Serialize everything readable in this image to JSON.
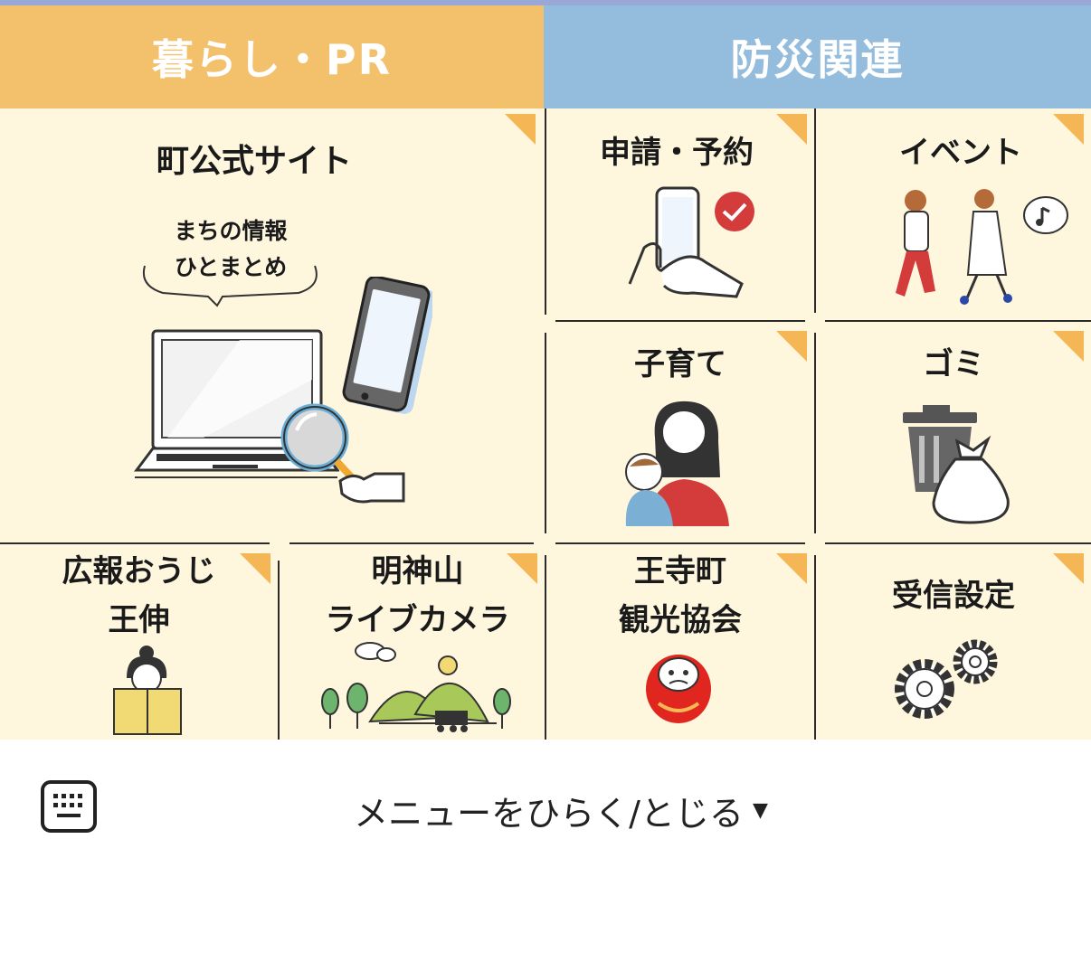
{
  "tabs": {
    "left": "暮らし・PR",
    "right": "防災関連"
  },
  "cells": {
    "site": {
      "title": "町公式サイト",
      "bubble_line1": "まちの情報",
      "bubble_line2": "ひとまとめ"
    },
    "apply": {
      "title": "申請・予約"
    },
    "event": {
      "title": "イベント"
    },
    "kids": {
      "title": "子育て"
    },
    "trash": {
      "title": "ゴミ"
    },
    "pr": {
      "line1": "広報おうじ",
      "line2": "王伸"
    },
    "camera": {
      "line1": "明神山",
      "line2": "ライブカメラ"
    },
    "tourism": {
      "line1": "王寺町",
      "line2": "観光協会"
    },
    "settings": {
      "title": "受信設定"
    }
  },
  "footer": {
    "toggle_label": "メニューをひらく/とじる",
    "caret": "▼"
  },
  "colors": {
    "tab_left": "#f3c06c",
    "tab_right": "#94bcdc",
    "panel": "#fef6dd",
    "corner": "#f5b755"
  },
  "icons": [
    "keyboard-icon",
    "laptop-icon",
    "smartphone-icon",
    "magnifier-icon",
    "check-icon",
    "music-note-icon",
    "trash-can-icon",
    "garbage-bag-icon",
    "book-icon",
    "mountain-icon",
    "train-icon",
    "daruma-icon",
    "gear-icon"
  ]
}
